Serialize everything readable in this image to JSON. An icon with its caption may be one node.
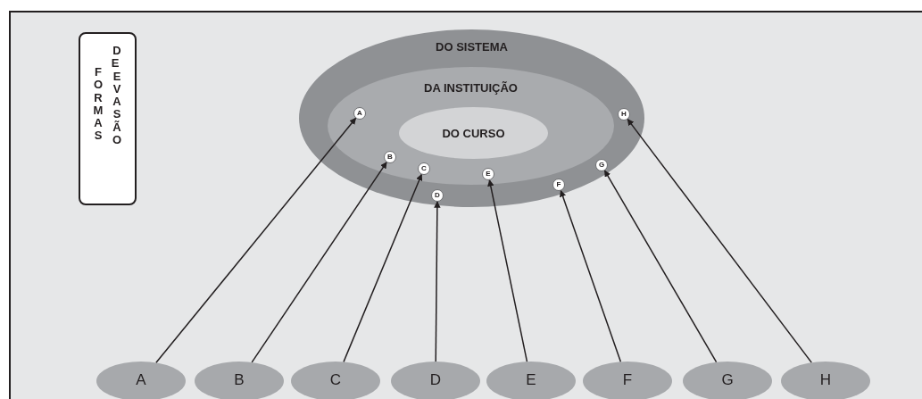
{
  "diagram": {
    "nodes": [
      {
        "text": [
          "FORMAS",
          "DE EVASÃO"
        ]
      },
      {
        "text": [
          "DO SISTEMA"
        ]
      },
      {
        "text": [
          "DA INSTITUIÇÃO"
        ],
        "in": 1
      },
      {
        "text": [
          "DO CURSO"
        ],
        "in": 2
      },
      {
        "text": [
          "A"
        ],
        "in": 2
      },
      {
        "text": [
          "B"
        ],
        "in": 2
      },
      {
        "text": [
          "C"
        ],
        "in": 2
      },
      {
        "text": [
          "D"
        ],
        "in": 1
      },
      {
        "text": [
          "E"
        ],
        "in": 2
      },
      {
        "text": [
          "F"
        ],
        "in": 1
      },
      {
        "text": [
          "G"
        ],
        "in": 2
      },
      {
        "text": [
          "H"
        ],
        "in": 1
      },
      {
        "text": [
          "A"
        ]
      },
      {
        "text": [
          "B"
        ]
      },
      {
        "text": [
          "C"
        ]
      },
      {
        "text": [
          "D"
        ]
      },
      {
        "text": [
          "E"
        ]
      },
      {
        "text": [
          "F"
        ]
      },
      {
        "text": [
          "G"
        ]
      },
      {
        "text": [
          "H"
        ]
      }
    ],
    "edges": [
      {
        "from": 12,
        "to": 4,
        "arrow": "to"
      },
      {
        "from": 13,
        "to": 5,
        "arrow": "to"
      },
      {
        "from": 14,
        "to": 6,
        "arrow": "to"
      },
      {
        "from": 15,
        "to": 7,
        "arrow": "to"
      },
      {
        "from": 16,
        "to": 8,
        "arrow": "to"
      },
      {
        "from": 17,
        "to": 9,
        "arrow": "to"
      },
      {
        "from": 18,
        "to": 10,
        "arrow": "to"
      },
      {
        "from": 19,
        "to": 11,
        "arrow": "to"
      }
    ]
  }
}
